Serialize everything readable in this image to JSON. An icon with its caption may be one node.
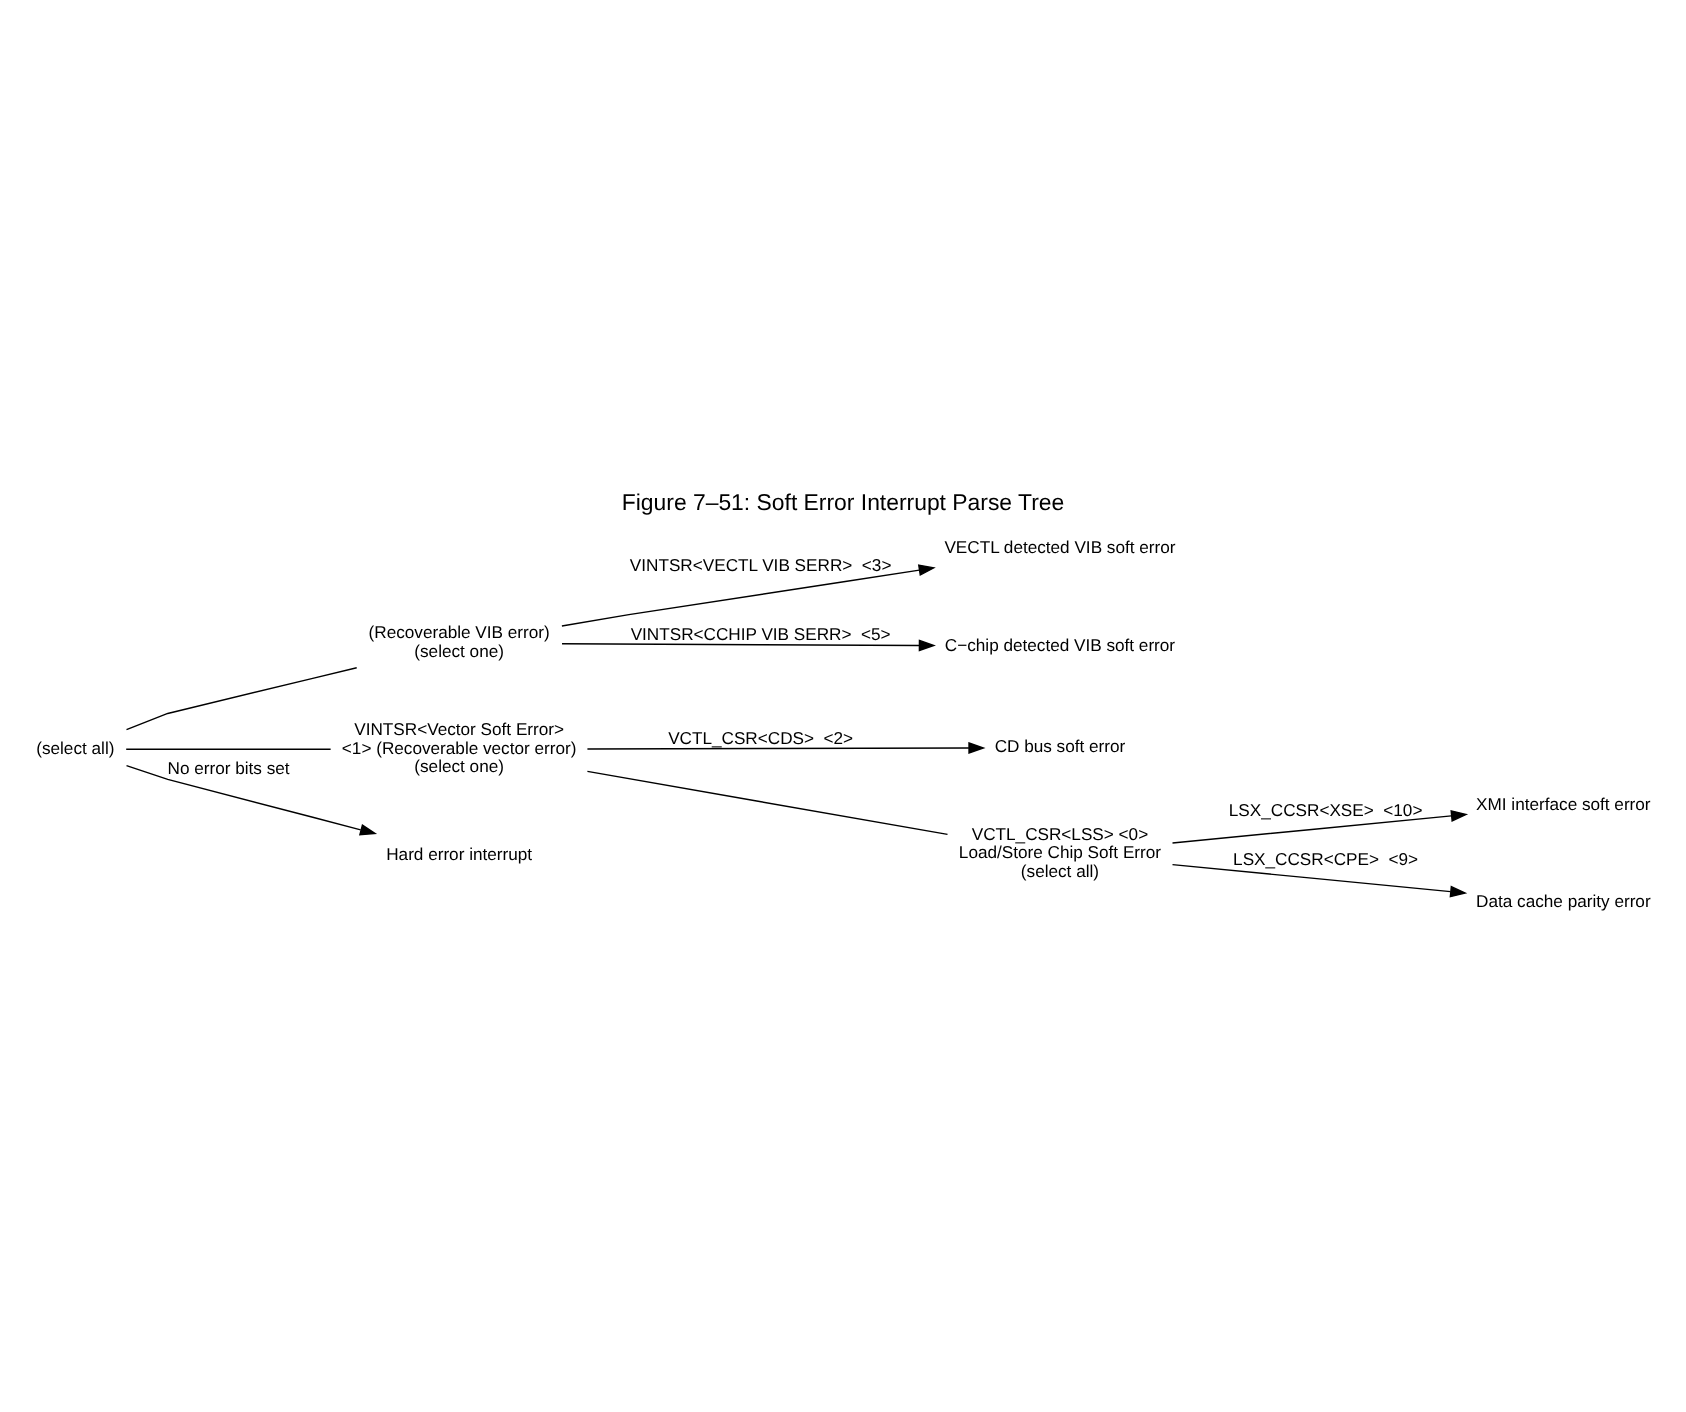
{
  "diagram": {
    "title": "Figure 7–51: Soft Error Interrupt Parse Tree",
    "nodes": [
      {
        "text": [
          "(select all)"
        ]
      },
      {
        "text": [
          "(Recoverable VIB error)",
          "(select one)"
        ]
      },
      {
        "text": [
          "VECTL detected VIB soft error"
        ]
      },
      {
        "text": [
          "C−chip detected VIB soft error"
        ]
      },
      {
        "text": [
          "VINTSR<Vector Soft Error>",
          "<1> (Recoverable vector error)",
          "(select one)"
        ]
      },
      {
        "text": [
          "CD bus soft error"
        ]
      },
      {
        "text": [
          "VCTL_CSR<LSS> <0>",
          "Load/Store Chip Soft Error",
          "(select all)"
        ]
      },
      {
        "text": [
          "XMI interface soft error"
        ]
      },
      {
        "text": [
          "Data cache parity error"
        ]
      },
      {
        "text": [
          "Hard error interrupt"
        ]
      }
    ],
    "edges": [
      {
        "from": 0,
        "to": 1,
        "arrow": "none"
      },
      {
        "from": 1,
        "to": 2,
        "arrow": "to",
        "label": "VINTSR<VECTL VIB SERR>  <3>"
      },
      {
        "from": 1,
        "to": 3,
        "arrow": "to",
        "label": "VINTSR<CCHIP VIB SERR>  <5>"
      },
      {
        "from": 0,
        "to": 4,
        "arrow": "none"
      },
      {
        "from": 4,
        "to": 5,
        "arrow": "to",
        "label": "VCTL_CSR<CDS>  <2>"
      },
      {
        "from": 4,
        "to": 6,
        "arrow": "none"
      },
      {
        "from": 6,
        "to": 7,
        "arrow": "to",
        "label": "LSX_CCSR<XSE>  <10>"
      },
      {
        "from": 6,
        "to": 8,
        "arrow": "to",
        "label": "LSX_CCSR<CPE>  <9>"
      },
      {
        "from": 0,
        "to": 9,
        "arrow": "to",
        "label": "No error bits set"
      }
    ]
  }
}
